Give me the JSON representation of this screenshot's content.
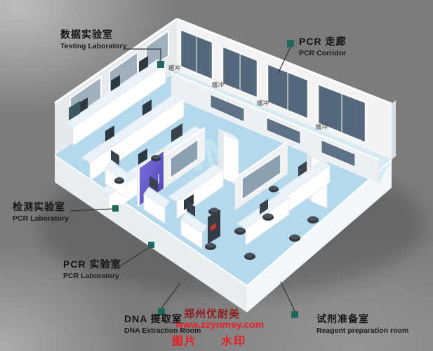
{
  "callouts": [
    {
      "id": "testing-laboratory",
      "zh": "数据实验室",
      "en": "Testing Laboratory"
    },
    {
      "id": "pcr-corridor",
      "zh": "PCR 走廊",
      "en": "PCR Corridor"
    },
    {
      "id": "inspection-laboratory",
      "zh": "检测实验室",
      "en": "PCR Laboratory"
    },
    {
      "id": "pcr-laboratory",
      "zh": "PCR 实验室",
      "en": "PCR Laboratory"
    },
    {
      "id": "dna-extraction-room",
      "zh": "DNA 提取室",
      "en": "DNA Extraction Room"
    },
    {
      "id": "reagent-preparation-room",
      "zh": "试剂准备室",
      "en": "Reagent preparation room"
    }
  ],
  "scene": {
    "buffer_rooms": [
      {
        "label": "缓冲"
      },
      {
        "label": "缓冲"
      },
      {
        "label": "缓冲"
      },
      {
        "label": "缓冲"
      }
    ],
    "floor_watermark_text": "YNM"
  },
  "watermark": {
    "brand": "郑州优耐美",
    "url": "www.zzynmsy.com",
    "tag_left": "图片",
    "tag_right": "水印"
  },
  "colors": {
    "background": "#7c7c7c",
    "floor": "#b4d9ec",
    "corridor_floor": "#d7ebf5",
    "wall": "#f1f3f4",
    "exterior_window": "#54687c",
    "interior_window": "#8ba0b0",
    "bench_front": "#ffffff",
    "bench_top": "#e9f3f9",
    "monitor": "#2d3842",
    "door_purple": "#5a52c4",
    "marker_teal": "#20685c",
    "leader_line": "#333333",
    "stool": "#343a40",
    "floor_watermark_blue": "#c9e6f4",
    "watermark_red": "#ed1c24",
    "watermark_dark_red": "#8e1f1f"
  }
}
